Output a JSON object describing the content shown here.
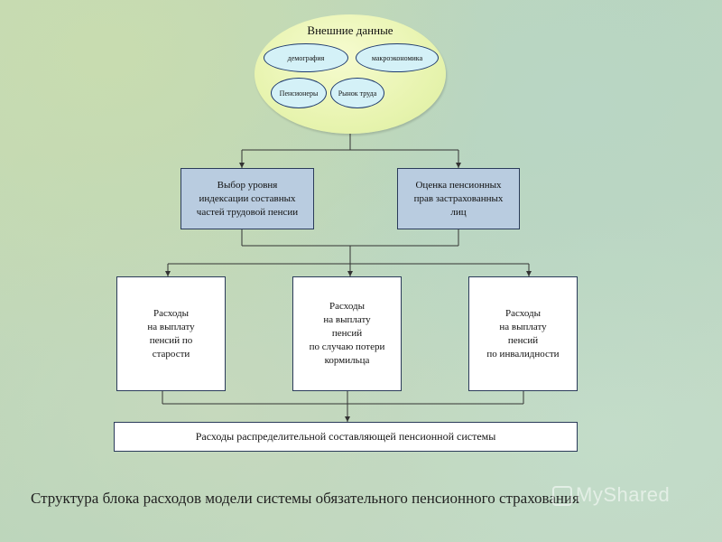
{
  "diagram": {
    "ellipse": {
      "title": "Внешние данные",
      "items": [
        "демография",
        "макроэкономика",
        "Пенсионеры",
        "Рынок труда"
      ]
    },
    "level2": [
      "Выбор уровня\nиндексации составных\nчастей трудовой пенсии",
      "Оценка пенсионных\nправ застрахованных\nлиц"
    ],
    "level3": [
      "Расходы\nна выплату\nпенсий по\nстарости",
      "Расходы\nна выплату\nпенсий\nпо случаю потери\nкормильца",
      "Расходы\nна выплату\nпенсий\nпо инвалидности"
    ],
    "bottom": "Расходы распределительной составляющей пенсионной системы",
    "caption": "Структура блока расходов модели системы обязательного пенсионного страхования"
  },
  "watermark": "MyShared"
}
